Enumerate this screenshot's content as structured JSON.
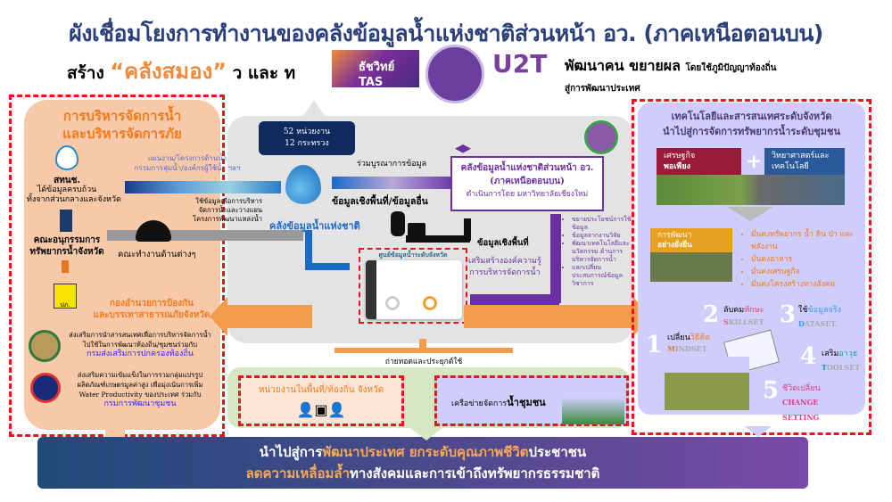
{
  "header": {
    "title": "ผังเชื่อมโยงการทำงานของคลังข้อมูลน้ำแห่งชาติส่วนหน้า อว. (ภาคเหนือตอนบน)",
    "build_prefix": "สร้าง",
    "brain_bank": "“คลังสมอง”",
    "build_suffix": "ว และ ท",
    "tas_logo": "ธัชวิทย์ TAS",
    "u2t_logo": "U2T",
    "develop": "พัฒนาคน ขยายผล",
    "develop_small": "โดยใช้ภูมิปัญญาท้องถิ่น",
    "develop_line2": "สู่การพัฒนาประเทศ"
  },
  "left_panel": {
    "title1": "การบริหารจัดการน้ำ",
    "title2": "และบริหารจัดการภัย",
    "onwr": "สทนช.",
    "onwr_desc1": "ได้ข้อมูลครบถ้วน",
    "onwr_desc2": "ทั้งจากส่วนกลางและจังหวัด",
    "subcommittee1": "คณะอนุกรรมการ",
    "subcommittee2": "ทรัพยากรน้ำจังหวัด",
    "working_groups": "คณะทำงานด้านต่างๆ",
    "dpm_logo": "ปภ.",
    "dpm1": "กองอำนวยการป้องกัน",
    "dpm2": "และบรรเทาสาธารณภัยจังหวัด",
    "dla1": "ส่งเสริมการนำสารสนเทศเพื่อการบริหารจัดการน้ำ",
    "dla2": "ไปใช้ในการพัฒนาท้องถิ่น/ชุมชนร่วมกับ",
    "dla_name": "กรมส่งเสริมการปกครองท้องถิ่น",
    "cdd1": "ส่งเสริมความเข้มแข็งในการรวมกลุ่มแปรรูป",
    "cdd2": "ผลิตภัณฑ์เกษตรมูลค่าสูง เพื่อมุ่งเน้นการเพิ่ม",
    "cdd3": "Water Productivity ของประเทศ ร่วมกับ",
    "cdd_name": "กรมการพัฒนาชุมชน"
  },
  "center": {
    "agencies1": "52 หน่วยงาน",
    "agencies2": "12 กระทรวง",
    "plans1": "แผนงาน/โครงการด้านน้ำ",
    "plans2": "กรรมการลุ่มน้ำ/องค์กรผู้ใช้น้ำ ฯลฯ",
    "use_data1": "ใช้ข้อมูลเพื่อการบริหาร",
    "use_data2": "จัดการน้ำและวางแผน",
    "use_data3": "โครงการพัฒนาแหล่งน้ำ",
    "national_bank": "คลังข้อมูลน้ำแห่งชาติ",
    "integrate": "ร่วมบูรณาการข้อมูล",
    "spatial_other": "ข้อมูลเชิงพื้นที่/ข้อมูลอื่น",
    "cmu_title1": "คลังข้อมูลน้ำแห่งชาติส่วนหน้า อว.",
    "cmu_title2": "(ภาคเหนือตอนบน)",
    "cmu_by": "ดำเนินการโดย มหาวิทยาลัยเชียงใหม่",
    "spatial": "ข้อมูลเชิงพื้นที่",
    "knowledge1": "เสริมสร้างองค์ความรู้",
    "knowledge2": "การบริหารจัดการน้ำ",
    "dashboard_title": "ศูนย์ข้อมูลน้ำระดับจังหวัด",
    "bullets": [
      "ขยายประโยชน์การใช้ข้อมูล",
      "ข้อมูลจากงานวิจัย",
      "พัฒนาเทคโนโลยีและนวัตกรรม ด้านการบริหารจัดการน้ำ",
      "แลกเปลี่ยนประสบการณ์ข้อมูลวิชาการ"
    ],
    "transfer": "ถ่ายทอดและประยุกต์ใช้"
  },
  "bottom_boxes": {
    "local": "หน่วยงานในพื้นที่/ท้องถิ่น จังหวัด",
    "network_prefix": "เครือข่ายจัดการ",
    "network_bold": "น้ำชุมชน"
  },
  "right_panel": {
    "title1": "เทคโนโลยีและสารสนเทศระดับจังหวัด",
    "title2": "นำไปสู่การจัดการทรัพยากรน้ำระดับชุมชน",
    "sufficiency1": "เศรษฐกิจ",
    "sufficiency2": "พอเพียง",
    "scitech1": "วิทยาศาสตร์และ",
    "scitech2": "เทคโนโลยี",
    "sustainable1": "การพัฒนา",
    "sustainable2": "อย่างยั่งยืน",
    "bullets": [
      "มั่นคงทรัพยากร น้ำ ดิน ป่า และพลังงาน",
      "มั่นคงอาหาร",
      "มั่นคงเศรษฐกิจ",
      "มั่นคงโครงสร้างทางสังคม"
    ],
    "steps": [
      {
        "num": "1",
        "th_a": "เปลี่ยน",
        "th_b": "วิธีคิด",
        "en_a": "M",
        "en_b": "INDSET"
      },
      {
        "num": "2",
        "th_a": "ลับคม",
        "th_b": "ทักษะ",
        "en_a": "S",
        "en_b": "KILLSET"
      },
      {
        "num": "3",
        "th_a": "ใช้",
        "th_b": "ข้อมูลจริง",
        "en_a": "D",
        "en_b": "ATASET."
      },
      {
        "num": "4",
        "th_a": "เสริม",
        "th_b": "อาวุธ",
        "en_a": "T",
        "en_b": "OOLSET"
      },
      {
        "num": "5",
        "th_a": "",
        "th_b": "ชีวิตเปลี่ยน",
        "en_a": "CHANGE",
        "en_b": "SETTING"
      }
    ]
  },
  "banner": {
    "l1a": "นำไปสู่การ",
    "l1b": "พัฒนาประเทศ  ยกระดับคุณภาพชีวิต",
    "l1c": "ประชาชน",
    "l2a": "ลดความเหลื่อมล้ำ",
    "l2b": "ทางสังคมและการเข้าถึงทรัพยากรธรรมชาติ"
  },
  "colors": {
    "navy": "#0f2a5f",
    "orange": "#f39c4a",
    "purple": "#6a2fa0",
    "red": "#e8141b",
    "peach": "#f7c9a8",
    "lavender": "#cfcdfb",
    "gray": "#e3e3e3"
  }
}
